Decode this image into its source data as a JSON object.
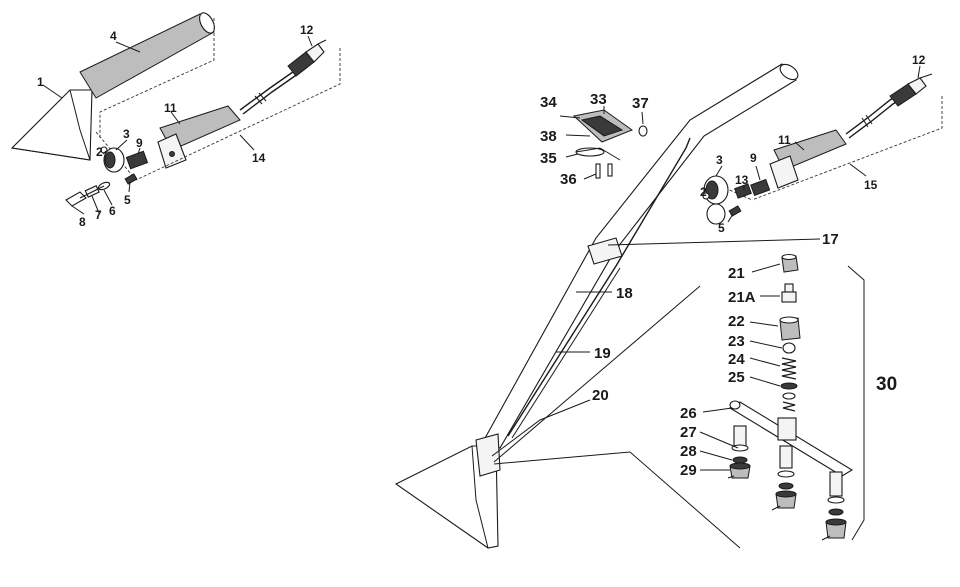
{
  "diagram": {
    "left_assembly": {
      "callouts": [
        "1",
        "2",
        "3",
        "4",
        "5",
        "6",
        "7",
        "8",
        "9",
        "11",
        "12",
        "14"
      ]
    },
    "right_assembly": {
      "callouts": [
        "2",
        "3",
        "5",
        "9",
        "11",
        "12",
        "13",
        "15"
      ]
    },
    "wand_assembly": {
      "callouts": [
        "17",
        "18",
        "19",
        "20"
      ]
    },
    "handle_parts": {
      "callouts": [
        "33",
        "34",
        "35",
        "36",
        "37",
        "38"
      ]
    },
    "valve_parts": {
      "callouts": [
        "21",
        "21A",
        "22",
        "23",
        "24",
        "25",
        "26",
        "27",
        "28",
        "29"
      ],
      "group_label": "30"
    }
  }
}
